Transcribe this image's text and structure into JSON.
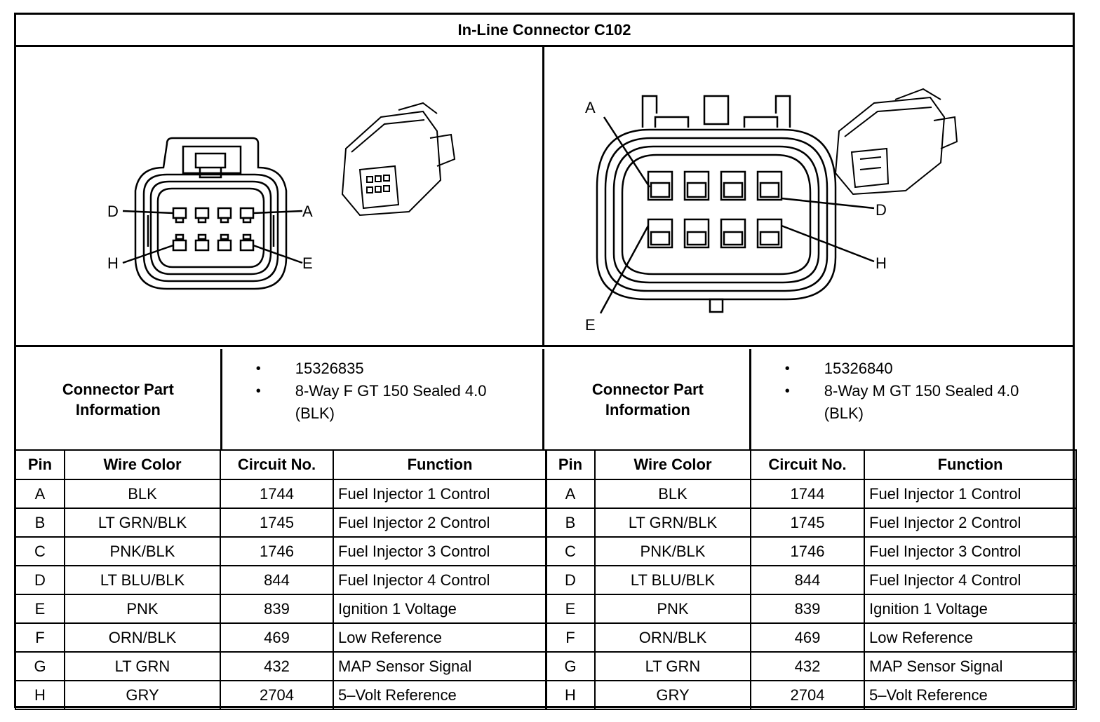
{
  "title": "In-Line Connector C102",
  "left": {
    "labels": {
      "a": "A",
      "d": "D",
      "e": "E",
      "h": "H"
    },
    "info_label_line1": "Connector Part",
    "info_label_line2": "Information",
    "part_number": "15326835",
    "description_line1": "8-Way F GT 150 Sealed 4.0",
    "description_line2": "(BLK)"
  },
  "right": {
    "labels": {
      "a": "A",
      "d": "D",
      "e": "E",
      "h": "H"
    },
    "info_label_line1": "Connector Part",
    "info_label_line2": "Information",
    "part_number": "15326840",
    "description_line1": "8-Way M GT 150 Sealed 4.0",
    "description_line2": "(BLK)"
  },
  "headers": {
    "pin": "Pin",
    "wire_color": "Wire Color",
    "circuit": "Circuit No.",
    "function": "Function"
  },
  "rows": [
    {
      "pin": "A",
      "wire_color": "BLK",
      "circuit": "1744",
      "function": "Fuel Injector 1 Control"
    },
    {
      "pin": "B",
      "wire_color": "LT GRN/BLK",
      "circuit": "1745",
      "function": "Fuel Injector 2 Control"
    },
    {
      "pin": "C",
      "wire_color": "PNK/BLK",
      "circuit": "1746",
      "function": "Fuel Injector 3 Control"
    },
    {
      "pin": "D",
      "wire_color": "LT BLU/BLK",
      "circuit": "844",
      "function": "Fuel Injector 4 Control"
    },
    {
      "pin": "E",
      "wire_color": "PNK",
      "circuit": "839",
      "function": "Ignition 1 Voltage"
    },
    {
      "pin": "F",
      "wire_color": "ORN/BLK",
      "circuit": "469",
      "function": "Low Reference"
    },
    {
      "pin": "G",
      "wire_color": "LT GRN",
      "circuit": "432",
      "function": "MAP Sensor Signal"
    },
    {
      "pin": "H",
      "wire_color": "GRY",
      "circuit": "2704",
      "function": "5–Volt Reference"
    }
  ]
}
